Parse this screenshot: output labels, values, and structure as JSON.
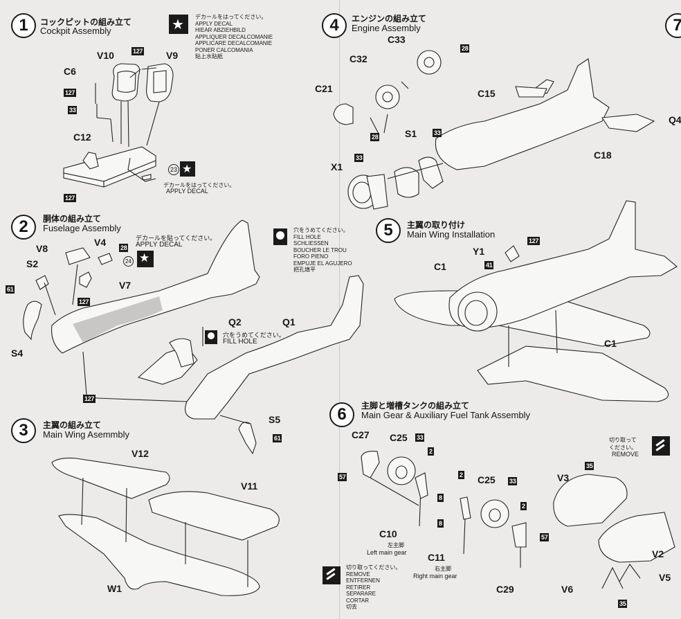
{
  "steps": [
    {
      "num": "1",
      "jp": "コックピットの組み立て",
      "en": "Cockpit Assembly"
    },
    {
      "num": "2",
      "jp": "胴体の組み立て",
      "en": "Fuselage Assembly"
    },
    {
      "num": "3",
      "jp": "主翼の組み立て",
      "en": "Main Wing Asemmbly"
    },
    {
      "num": "4",
      "jp": "エンジンの組み立て",
      "en": "Engine Assembly"
    },
    {
      "num": "5",
      "jp": "主翼の取り付け",
      "en": "Main Wing Installation"
    },
    {
      "num": "6",
      "jp": "主脚と増槽タンクの組み立て",
      "en": "Main Gear & Auxiliary Fuel Tank Assembly"
    },
    {
      "num": "7"
    }
  ],
  "decal_notice": {
    "lines": [
      "デカールをはってください。",
      "APPLY DECAL",
      "HIEAR ABZIEHBILD",
      "APPLIQUER DECALCOMANIE",
      "APPLICARE DECALCOMANIE",
      "PONER CALCOMANIA",
      "貼上水貼紙"
    ]
  },
  "fill_hole_notice": {
    "lines": [
      "穴をうめてください。",
      "FILL HOLE",
      "SCHLIESSEN",
      "BOUCHER LE TROU",
      "FORO PIENO",
      "EMPUJE EL AGUJERO",
      "把孔填平"
    ]
  },
  "remove_notice": {
    "lines": [
      "切り取ってください。",
      "REMOVE",
      "ENTFERNEN",
      "RETIRER",
      "SEPARARE",
      "CORTAR",
      "切去"
    ]
  },
  "remove_notice_small": {
    "jp1": "切り取って",
    "jp2": "ください。",
    "en": "REMOVE"
  },
  "step1": {
    "parts": {
      "c6": "C6",
      "v10": "V10",
      "v9": "V9",
      "c12": "C12"
    },
    "callouts": {
      "n127a": "127",
      "n127b": "127",
      "n33": "33",
      "n127c": "127"
    },
    "decal23": {
      "num": "23",
      "jp": "デカールをはってください。",
      "en": "APPLY DECAL"
    }
  },
  "step2": {
    "parts": {
      "v8": "V8",
      "v4": "V4",
      "s2": "S2",
      "v7": "V7",
      "s4": "S4",
      "q2": "Q2",
      "q1": "Q1",
      "s5": "S5"
    },
    "callouts": {
      "n28": "28",
      "n127a": "127",
      "n61a": "61",
      "n127b": "127",
      "n61b": "61"
    },
    "decal24": {
      "num": "24",
      "jp": "デカールを貼ってください。",
      "en": "APPLY DECAL"
    },
    "fill_hole": {
      "jp": "穴をうめてください。",
      "en": "FILL HOLE"
    }
  },
  "step3": {
    "parts": {
      "v12": "V12",
      "v11": "V11",
      "w1": "W1"
    }
  },
  "step4": {
    "parts": {
      "c33": "C33",
      "c32": "C32",
      "c21": "C21",
      "c15": "C15",
      "s1": "S1",
      "x1": "X1",
      "c18": "C18"
    },
    "callouts": {
      "n28a": "28",
      "n28b": "28",
      "n33a": "33",
      "n33b": "33"
    }
  },
  "step5": {
    "parts": {
      "y1": "Y1",
      "c1a": "C1",
      "c1b": "C1"
    },
    "callouts": {
      "n127": "127",
      "n41": "41"
    }
  },
  "step6": {
    "parts": {
      "c27": "C27",
      "c25a": "C25",
      "c10": "C10",
      "c25b": "C25",
      "c11": "C11",
      "c29": "C29",
      "v3": "V3",
      "v2": "V2",
      "v5": "V5",
      "v6": "V6"
    },
    "c10_note": {
      "jp": "左主脚",
      "en": "Left main gear"
    },
    "c11_note": {
      "jp": "右主脚",
      "en": "Right main gear"
    },
    "callouts": {
      "n33a": "33",
      "n2a": "2",
      "n57a": "57",
      "n8a": "8",
      "n2b": "2",
      "n33b": "33",
      "n8b": "8",
      "n2c": "2",
      "n57b": "57",
      "n35a": "35",
      "n35b": "35"
    }
  },
  "step7_partial": {
    "q4": "Q4"
  }
}
